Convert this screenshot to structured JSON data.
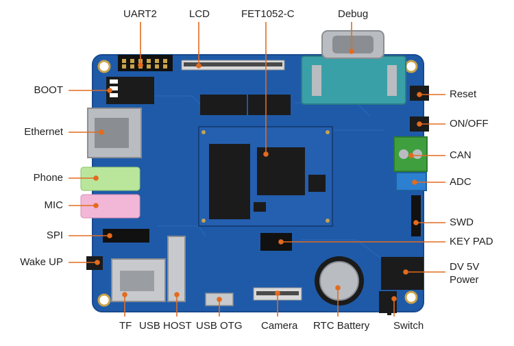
{
  "colors": {
    "pcb": "#1e5aa8",
    "pcb_dark": "#174a8c",
    "silk": "#e8eef6",
    "chip": "#1b1b1b",
    "metal": "#b9bcc0",
    "metal_dark": "#8a8d91",
    "gold": "#c9a34a",
    "db9": "#3aa0a8",
    "can_green": "#3f9f3f",
    "adc_blue": "#2d7fd0",
    "phone_green": "#b9e69a",
    "mic_pink": "#f2b6d6",
    "leader": "#e36b1f",
    "text": "#222222"
  },
  "icons": [
    "db9-connector-icon",
    "rtc-coin-cell-icon",
    "ethernet-jack-icon",
    "audio-jack-icon",
    "terminal-block-icon"
  ],
  "labels": {
    "top": {
      "uart2": "UART2",
      "lcd": "LCD",
      "fet": "FET1052-C",
      "debug": "Debug"
    },
    "left": {
      "boot": "BOOT",
      "ethernet": "Ethernet",
      "phone": "Phone",
      "mic": "MIC",
      "spi": "SPI",
      "wakeup": "Wake UP"
    },
    "right": {
      "reset": "Reset",
      "onoff": "ON/OFF",
      "can": "CAN",
      "adc": "ADC",
      "swd": "SWD",
      "keypad": "KEY PAD",
      "dv5v_line1": "DV 5V",
      "dv5v_line2": "Power"
    },
    "bottom": {
      "tf": "TF",
      "usbhost": "USB HOST",
      "usbotg": "USB OTG",
      "camera": "Camera",
      "rtc": "RTC Battery",
      "switch": "Switch"
    }
  }
}
